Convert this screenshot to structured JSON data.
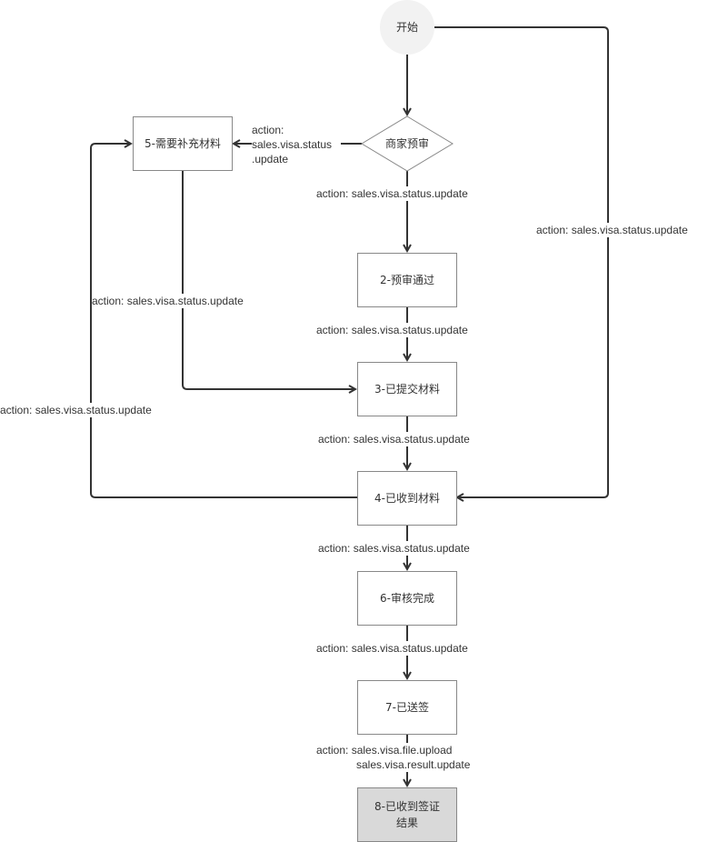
{
  "nodes": {
    "start": "开始",
    "merchant_review": "商家预审",
    "s2": "2-预审通过",
    "s3": "3-已提交材料",
    "s4": "4-已收到材料",
    "s5": "5-需要补充材料",
    "s6": "6-审核完成",
    "s7": "7-已送签",
    "s8_line1": "8-已收到签证",
    "s8_line2": "结果"
  },
  "edges": {
    "review_to_s2": "action: sales.visa.status.update",
    "review_to_s5_l1": "action:",
    "review_to_s5_l2": "sales.visa.status",
    "review_to_s5_l3": ".update",
    "start_to_s4": "action: sales.visa.status.update",
    "s2_to_s3": "action: sales.visa.status.update",
    "s5_to_s3": "action: sales.visa.status.update",
    "s4_to_s5": "action: sales.visa.status.update",
    "s3_to_s4": "action: sales.visa.status.update",
    "s4_to_s6": "action: sales.visa.status.update",
    "s6_to_s7": "action: sales.visa.status.update",
    "s7_to_s8_l1": "action: sales.visa.file.upload",
    "s7_to_s8_l2": "sales.visa.result.update"
  },
  "colors": {
    "edge": "#333333",
    "node_border": "#888888",
    "start_fill": "#f2f2f2",
    "final_fill": "#d9d9d9"
  }
}
